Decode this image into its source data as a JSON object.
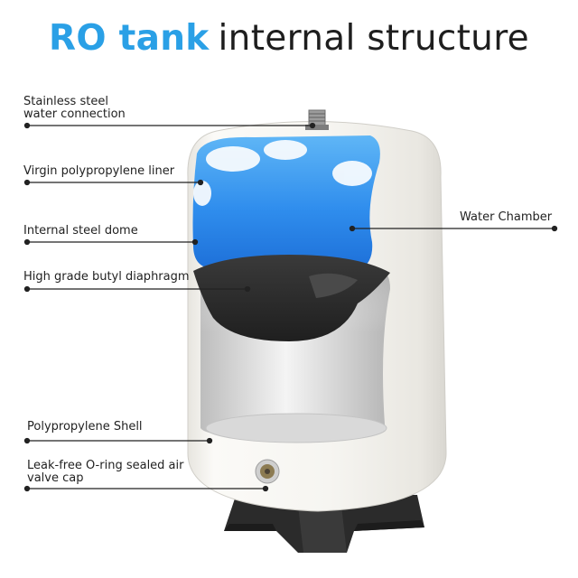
{
  "title": {
    "accent": "RO tank",
    "rest": "internal structure"
  },
  "labels": {
    "stainless_line1": "Stainless steel",
    "stainless_line2": "water connection",
    "liner": "Virgin polypropylene liner",
    "dome": "Internal steel dome",
    "diaphragm": "High grade butyl diaphragm",
    "water_chamber": "Water Chamber",
    "shell": "Polypropylene Shell",
    "valve_line1": "Leak-free O-ring sealed air",
    "valve_line2": "valve cap"
  },
  "colors": {
    "title_accent": "#2aa0e6",
    "water": "#2e86e8",
    "diaphragm": "#2f2f2f",
    "shell": "#f4f3ef",
    "base": "#2b2b2b"
  }
}
